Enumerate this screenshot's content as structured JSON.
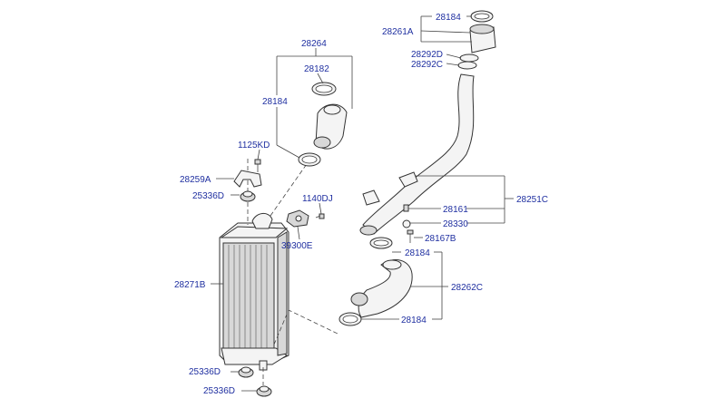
{
  "labels": {
    "clamp_top_right": "28184",
    "hose_top_right": "28261A",
    "ring_d": "28292D",
    "ring_c": "28292C",
    "hose_upper_assy": "28264",
    "clamp_upper": "28182",
    "clamp_upper_2": "28184",
    "bolt_1125": "1125KD",
    "bracket": "28259A",
    "insulator_top": "25336D",
    "bolt_1140": "1140DJ",
    "sensor": "39300E",
    "intercooler": "28271B",
    "insulator_bottom_1": "25336D",
    "insulator_bottom_2": "25336D",
    "pipe_assy": "28251C",
    "pipe_bolt": "28161",
    "pipe_ring": "28330",
    "pipe_bolt_b": "28167B",
    "clamp_lower_1": "28184",
    "hose_lower_assy": "28262C",
    "clamp_lower_2": "28184"
  }
}
